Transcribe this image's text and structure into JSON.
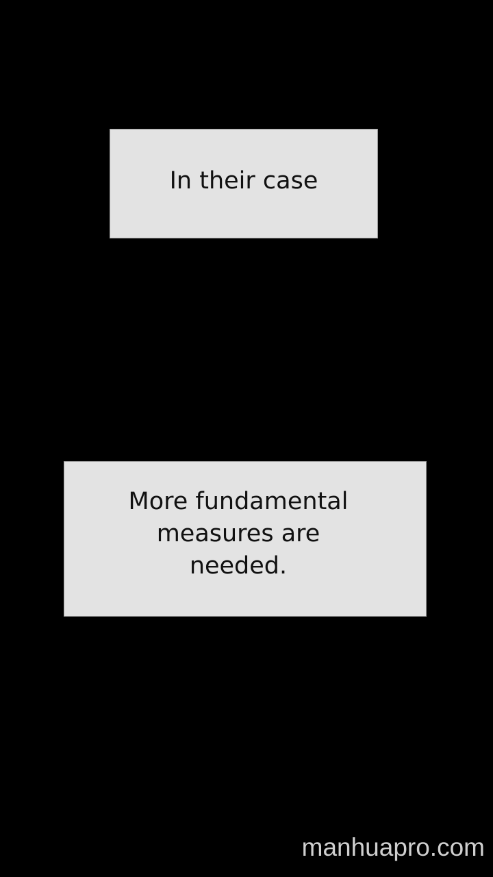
{
  "captions": [
    {
      "lines": [
        "In their case"
      ]
    },
    {
      "lines": [
        "More fundamental",
        "measures are",
        "needed."
      ]
    }
  ],
  "watermark": "manhuapro.com"
}
